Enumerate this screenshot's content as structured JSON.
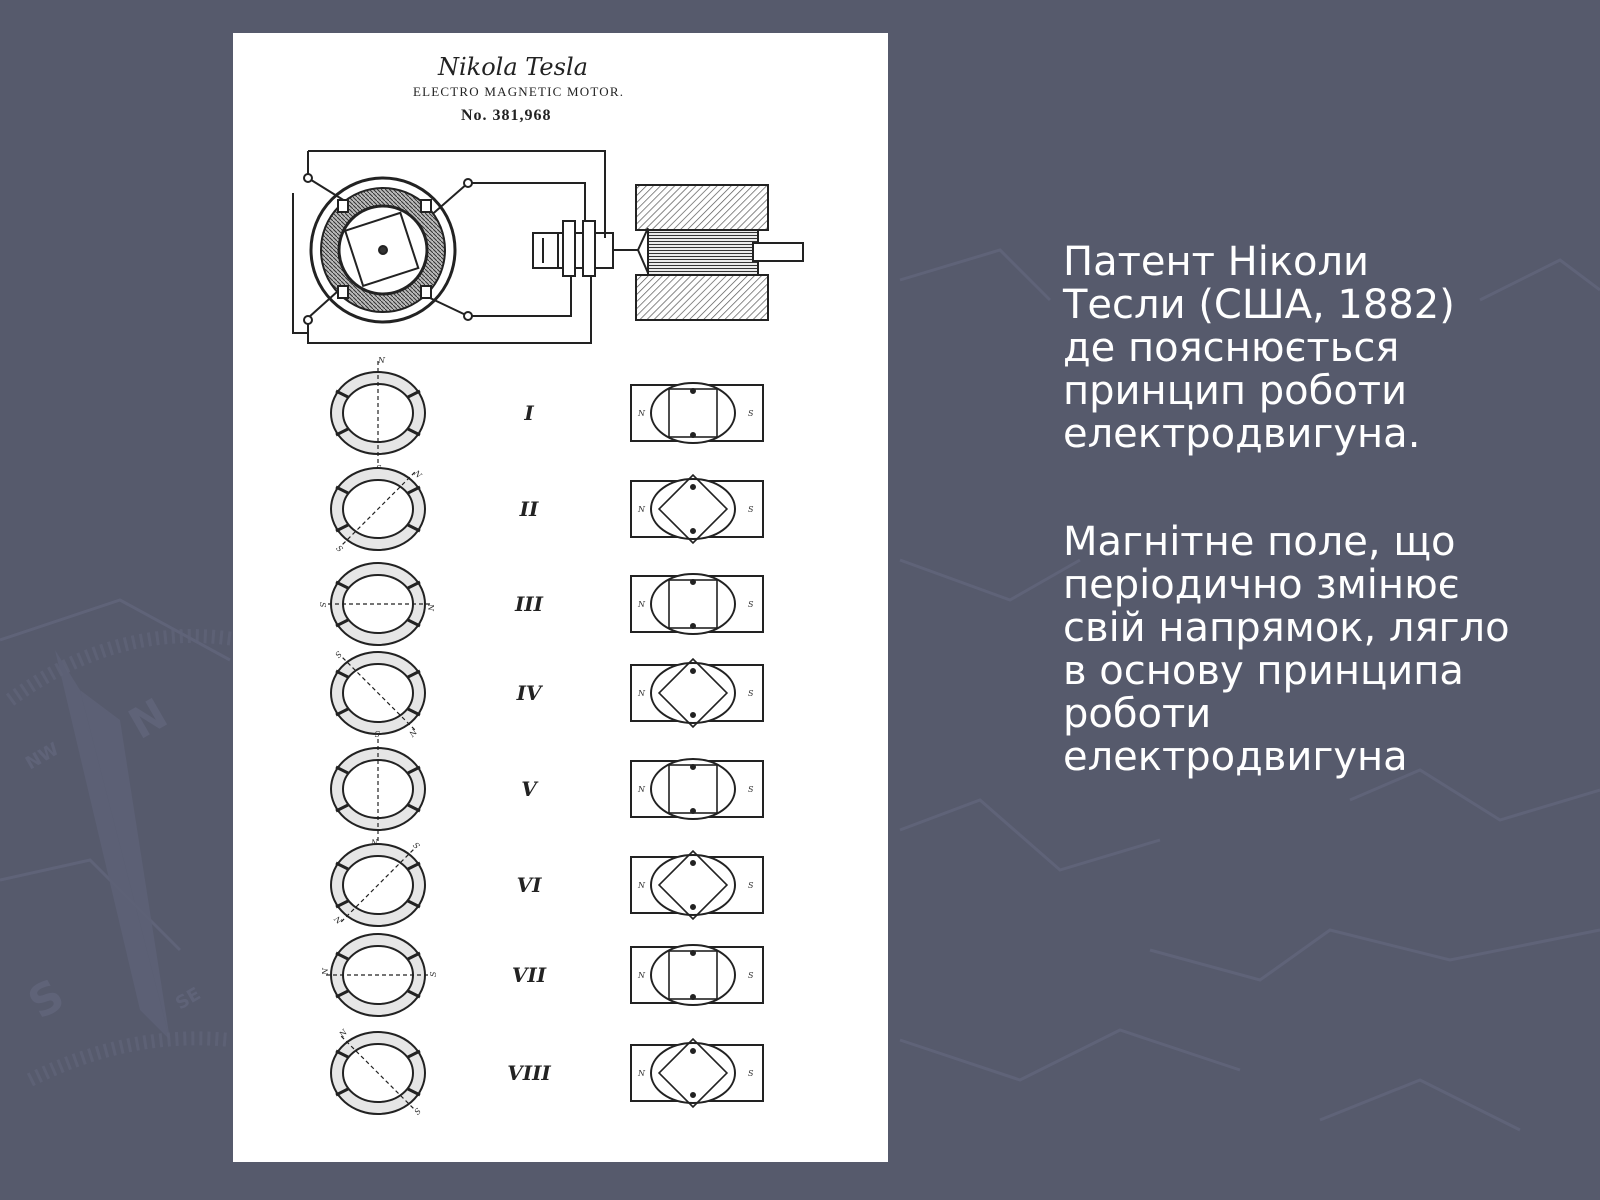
{
  "slide": {
    "background_color": "#565a6c",
    "text_color": "#ffffff"
  },
  "patent": {
    "signature": "Nikola Tesla",
    "title": "ELECTRO MAGNETIC MOTOR.",
    "number": "No. 381,968",
    "figure_labels": [
      "I",
      "II",
      "III",
      "IV",
      "V",
      "VI",
      "VII",
      "VIII"
    ],
    "pole_letters": {
      "north": "N",
      "south": "S"
    }
  },
  "paragraphs": [
    {
      "lines": [
        "Патент Ніколи",
        "Тесли (США, 1882)",
        "де пояснюється",
        "принцип роботи",
        "електродвигуна."
      ]
    },
    {
      "lines": [
        "Магнітне поле, що",
        "періодично змінює",
        "свій напрямок, лягло",
        "в основу принципа",
        "роботи",
        "електродвигуна"
      ]
    }
  ]
}
